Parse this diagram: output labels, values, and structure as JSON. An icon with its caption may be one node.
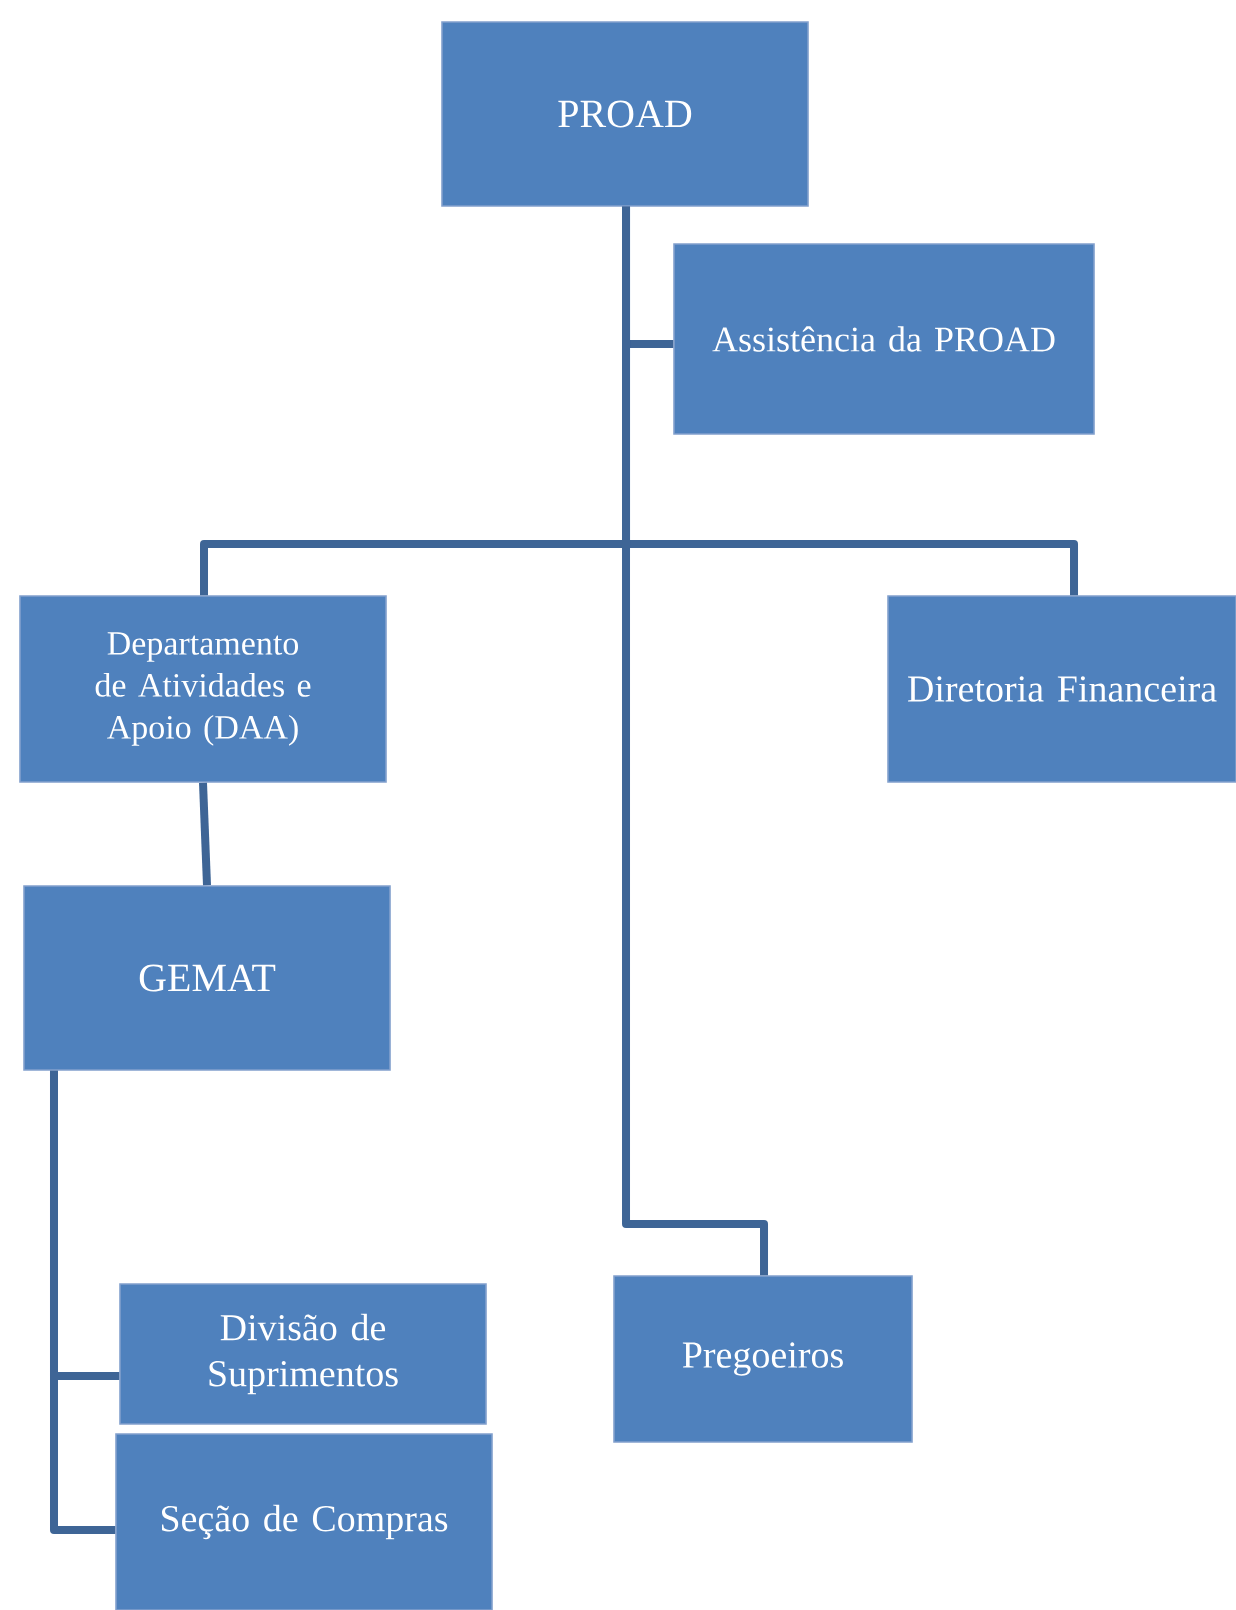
{
  "diagram": {
    "nodes": [
      {
        "text": [
          "PROAD"
        ]
      },
      {
        "text": [
          "Assistência da PROAD"
        ]
      },
      {
        "text": [
          "Departamento de Atividades e Apoio (DAA)"
        ]
      },
      {
        "text": [
          "Diretoria Financeira"
        ]
      },
      {
        "text": [
          "GEMAT"
        ]
      },
      {
        "text": [
          "Divisão de Suprimentos"
        ]
      },
      {
        "text": [
          "Seção de Compras"
        ]
      },
      {
        "text": [
          "Pregoeiros"
        ]
      }
    ],
    "edges": [
      {
        "from": 0,
        "to": 1,
        "arrow": "none"
      },
      {
        "from": 0,
        "to": 2,
        "arrow": "none"
      },
      {
        "from": 0,
        "to": 3,
        "arrow": "none"
      },
      {
        "from": 0,
        "to": 7,
        "arrow": "none"
      },
      {
        "from": 2,
        "to": 4,
        "arrow": "none"
      },
      {
        "from": 4,
        "to": 5,
        "arrow": "none"
      },
      {
        "from": 4,
        "to": 6,
        "arrow": "none"
      }
    ]
  }
}
